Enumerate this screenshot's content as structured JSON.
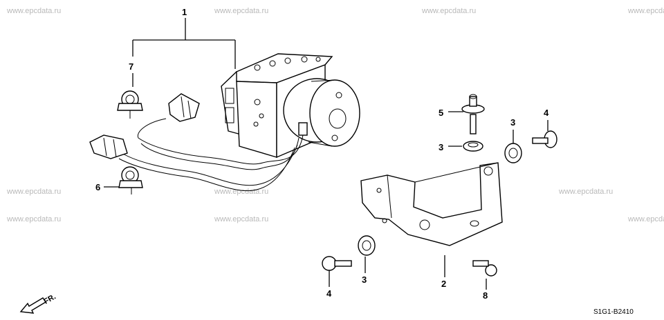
{
  "watermark": "www.epcdata.ru",
  "drawing_code": "S1G1-B2410",
  "front_indicator": "FR.",
  "callouts": {
    "c1": "1",
    "c2": "2",
    "c3a": "3",
    "c3b": "3",
    "c3c": "3",
    "c4a": "4",
    "c4b": "4",
    "c5": "5",
    "c6": "6",
    "c7": "7",
    "c8": "8"
  }
}
